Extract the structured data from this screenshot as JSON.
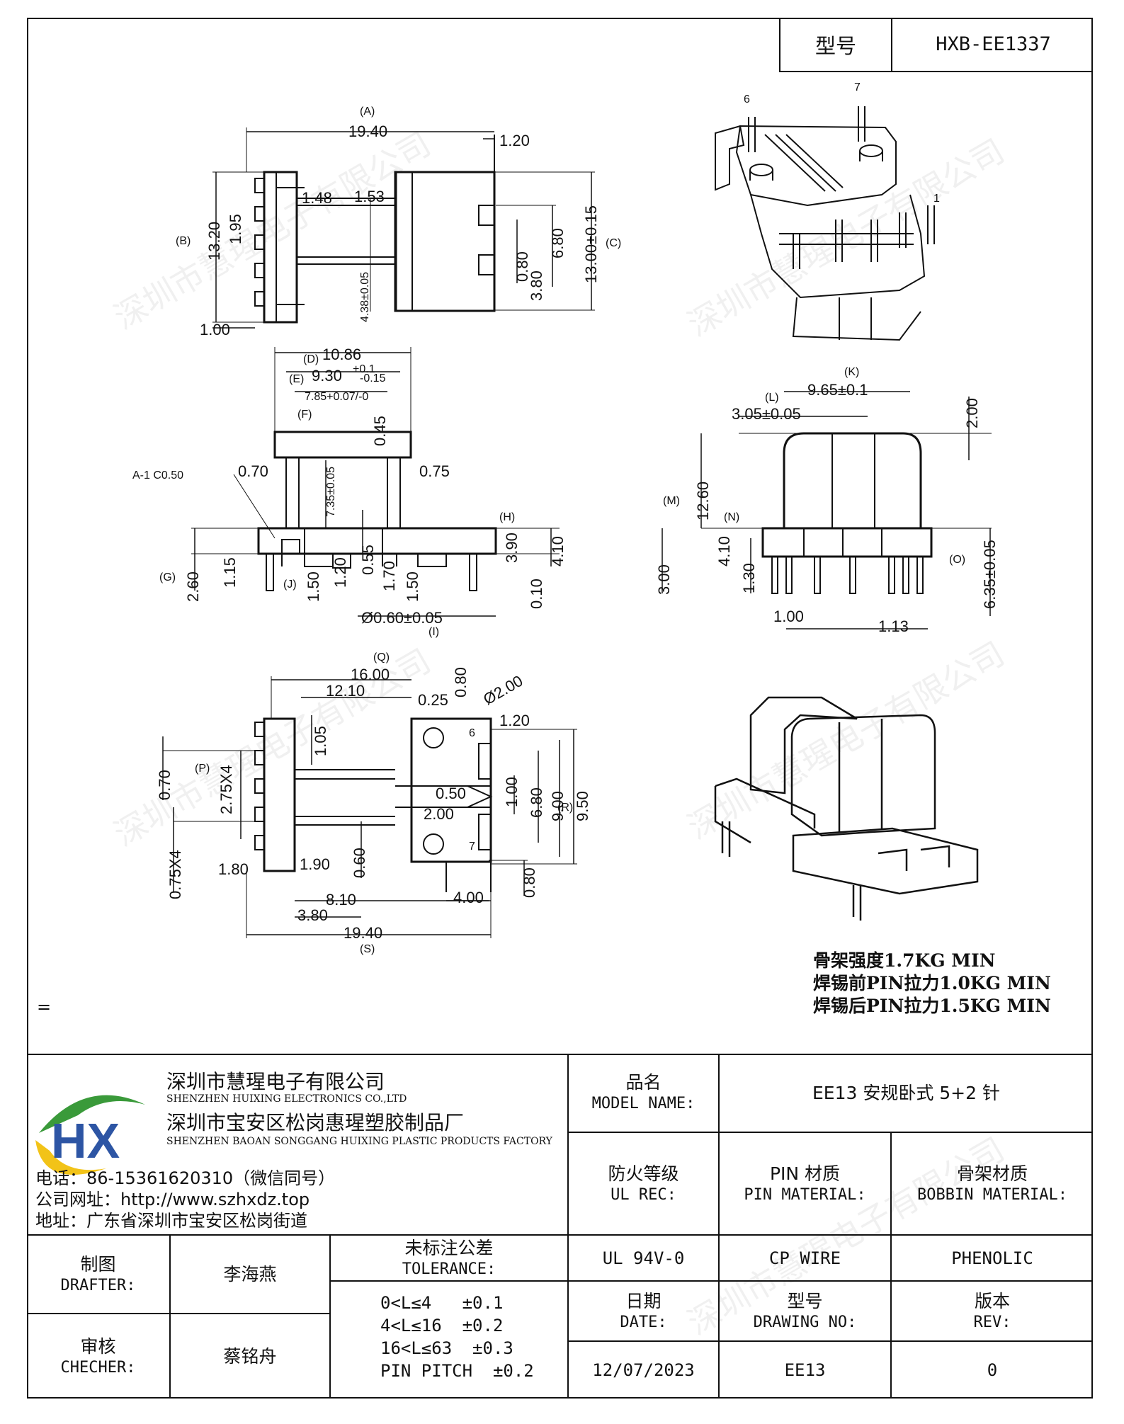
{
  "header": {
    "model_label": "型号",
    "model_value": "HXB-EE1337"
  },
  "dimensions": {
    "top_view": {
      "A": "(A)",
      "A_val": "19.40",
      "r120": "1.20",
      "B": "(B)",
      "B_val": "13.20",
      "r195": "1.95",
      "r148": "1.48",
      "r153": "1.53",
      "C": "(C)",
      "C_val": "13.00±0.15",
      "r680": "6.80",
      "r080": "0.80",
      "r380": "3.80",
      "r438": "4.38±0.05",
      "r100": "1.00"
    },
    "front_view": {
      "D": "(D)",
      "D_val": "10.86",
      "E": "(E)",
      "E_val": "9.30",
      "E_tol_top": "+0.1",
      "E_tol_bot": "-0.15",
      "F": "(F)",
      "F_val": "7.85+0.07/-0",
      "r045": "0.45",
      "r070": "0.70",
      "r075": "0.75",
      "a1": "A-1 C0.50",
      "r735": "7.35±0.05",
      "H": "(H)",
      "r390": "3.90",
      "r410": "4.10",
      "G": "(G)",
      "r260": "2.60",
      "r115": "1.15",
      "J": "(J)",
      "r150": "1.50",
      "r120": "1.20",
      "r055": "0.55",
      "r170": "1.70",
      "r150b": "1.50",
      "r010": "0.10",
      "I_val": "Ø0.60±0.05",
      "I": "(I)"
    },
    "side_view": {
      "K": "(K)",
      "K_val": "9.65±0.1",
      "L": "(L)",
      "L_val": "3.05±0.05",
      "r200": "2.00",
      "M": "(M)",
      "M_val": "12.60",
      "N": "(N)",
      "r410": "4.10",
      "r300": "3.00",
      "r130": "1.30",
      "O": "(O)",
      "O_val": "6.35±0.05",
      "r100": "1.00",
      "r113": "1.13"
    },
    "bottom_view": {
      "Q": "(Q)",
      "Q_val": "16.00",
      "r1210": "12.10",
      "r025": "0.25",
      "r080": "0.80",
      "d200": "Ø2.00",
      "r120": "1.20",
      "r105": "1.05",
      "P": "(P)",
      "r070": "0.70",
      "r275": "2.75X4",
      "r680": "6.80",
      "r900": "9.00",
      "r950": "9.50",
      "R": "(R)",
      "r050": "0.50",
      "r100": "1.00",
      "r200": "2.00",
      "p6": "6",
      "p7": "7",
      "r060": "0.60",
      "r180": "1.80",
      "r190": "1.90",
      "r075": "0.75X4",
      "r810": "8.10",
      "r400": "4.00",
      "r080b": "0.80",
      "r380": "3.80",
      "S_val": "19.40",
      "S": "(S)"
    },
    "iso_pins": {
      "p6": "6",
      "p7": "7",
      "p1": "1"
    }
  },
  "notes": [
    "骨架强度1.7KG MIN",
    "焊锡前PIN拉力1.0KG MIN",
    "焊锡后PIN拉力1.5KG MIN"
  ],
  "stray": "=",
  "company": {
    "logo_text": "HX",
    "name_cn": "深圳市慧瑆电子有限公司",
    "name_en": "SHENZHEN HUIXING ELECTRONICS CO.,LTD",
    "factory_cn": "深圳市宝安区松岗惠瑆塑胶制品厂",
    "factory_en": "SHENZHEN BAOAN SONGGANG HUIXING PLASTIC PRODUCTS FACTORY",
    "phone": "电话：86-15361620310（微信同号）",
    "website": "公司网址：http://www.szhxdz.top",
    "address": "地址：广东省深圳市宝安区松岗街道"
  },
  "title_block": {
    "model_name_cn": "品名",
    "model_name_en": "MODEL NAME:",
    "model_name_val": "EE13 安规卧式 5+2 针",
    "ul_cn": "防火等级",
    "ul_en": "UL REC:",
    "ul_val": "UL 94V-0",
    "pin_cn": "PIN 材质",
    "pin_en": "PIN MATERIAL:",
    "pin_val": "CP WIRE",
    "bobbin_cn": "骨架材质",
    "bobbin_en": "BOBBIN MATERIAL:",
    "bobbin_val": "PHENOLIC",
    "drafter_cn": "制图",
    "drafter_en": "DRAFTER:",
    "drafter_val": "李海燕",
    "checker_cn": "审核",
    "checker_en": "CHECHER:",
    "checker_val": "蔡铭舟",
    "tol_cn": "未标注公差",
    "tol_en": "TOLERANCE:",
    "tol_lines": [
      "0<L≤4   ±0.1",
      "4<L≤16  ±0.2",
      "16<L≤63  ±0.3",
      "PIN PITCH  ±0.2"
    ],
    "date_cn": "日期",
    "date_en": "DATE:",
    "date_val": "12/07/2023",
    "drawing_cn": "型号",
    "drawing_en": "DRAWING NO:",
    "drawing_val": "EE13",
    "rev_cn": "版本",
    "rev_en": "REV:",
    "rev_val": "0"
  },
  "watermark": "深圳市慧瑆电子有限公司",
  "colors": {
    "logo_green": "#3a9a3a",
    "logo_yellow": "#f2c318",
    "logo_blue": "#2d55a4"
  }
}
